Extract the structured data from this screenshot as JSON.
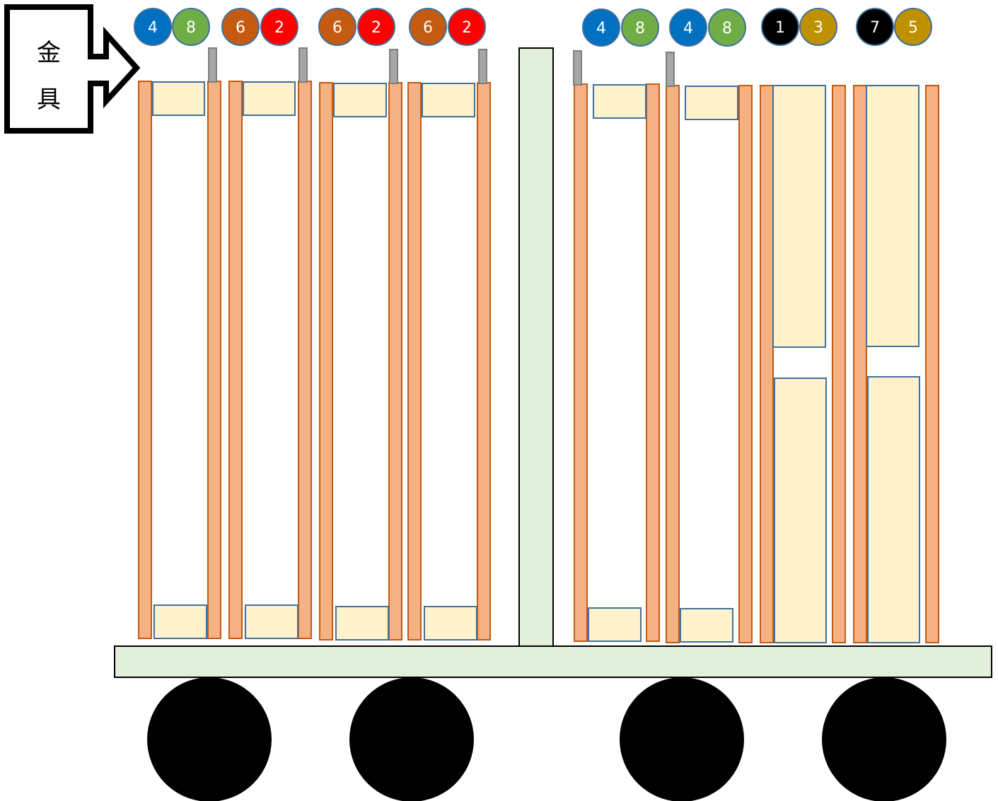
{
  "callout": {
    "line1": "金",
    "line2": "具"
  },
  "colors": {
    "post_fill": "#f4b183",
    "post_stroke": "#c55a11",
    "pad_fill": "#fff2cc",
    "pad_stroke": "#41719c",
    "tab_fill": "#a6a6a6",
    "tab_stroke": "#7f7f7f",
    "base_fill": "#e2efda",
    "base_stroke": "#000000",
    "wheel": "#000000"
  },
  "badges": [
    {
      "label": "4",
      "fill": "#0070c0",
      "text": "#ffffff"
    },
    {
      "label": "8",
      "fill": "#70ad47",
      "text": "#ffffff"
    },
    {
      "label": "6",
      "fill": "#c55a11",
      "text": "#ffffff"
    },
    {
      "label": "2",
      "fill": "#ff0000",
      "text": "#ffffff"
    },
    {
      "label": "6",
      "fill": "#c55a11",
      "text": "#ffffff"
    },
    {
      "label": "2",
      "fill": "#ff0000",
      "text": "#ffffff"
    },
    {
      "label": "6",
      "fill": "#c55a11",
      "text": "#ffffff"
    },
    {
      "label": "2",
      "fill": "#ff0000",
      "text": "#ffffff"
    },
    {
      "label": "4",
      "fill": "#0070c0",
      "text": "#ffffff"
    },
    {
      "label": "8",
      "fill": "#70ad47",
      "text": "#ffffff"
    },
    {
      "label": "4",
      "fill": "#0070c0",
      "text": "#ffffff"
    },
    {
      "label": "8",
      "fill": "#70ad47",
      "text": "#ffffff"
    },
    {
      "label": "1",
      "fill": "#000000",
      "text": "#ffffff"
    },
    {
      "label": "3",
      "fill": "#bf9000",
      "text": "#ffffff"
    },
    {
      "label": "7",
      "fill": "#000000",
      "text": "#ffffff"
    },
    {
      "label": "5",
      "fill": "#bf9000",
      "text": "#ffffff"
    }
  ]
}
